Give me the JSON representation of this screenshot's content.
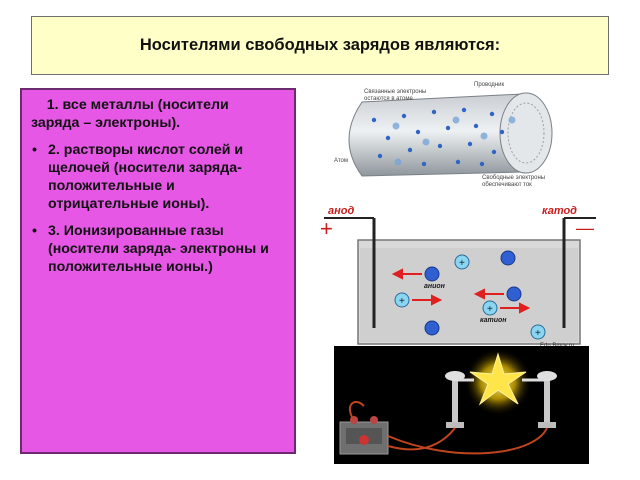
{
  "title": "Носителями свободных зарядов являются:",
  "content": {
    "lead": "    1. все металлы (носители    заряда – электроны).",
    "items": [
      {
        "bullet": "•",
        "text": "2. растворы кислот солей и щелочей (носители заряда- положительные и отрицательные ионы)."
      },
      {
        "bullet": "•",
        "text": "3. Ионизированные газы (носители заряда- электроны и положительные ионы.)"
      }
    ]
  },
  "wire_figure": {
    "label_conductor": "Проводник",
    "label_bound_1": "Связанные электроны",
    "label_bound_2": "остаются в атоме",
    "label_atom": "Атом",
    "label_free_1": "Свободные электроны",
    "label_free_2": "обеспечивают ток"
  },
  "electrolysis_figure": {
    "anode": "анод",
    "cathode": "катод",
    "plus": "+",
    "minus": "—",
    "anions": "анион",
    "cations": "катион",
    "watermark": "Edu.Bmoy.ru"
  },
  "colors": {
    "title_bg": "#ffffc8",
    "text_bg": "#e657e6",
    "text_border": "#6e2a6e",
    "ion_blue": "#2f5fd0",
    "ion_cyan": "#8ad6f0",
    "arrow_red": "#e02020",
    "label_red": "#c81e1e"
  }
}
